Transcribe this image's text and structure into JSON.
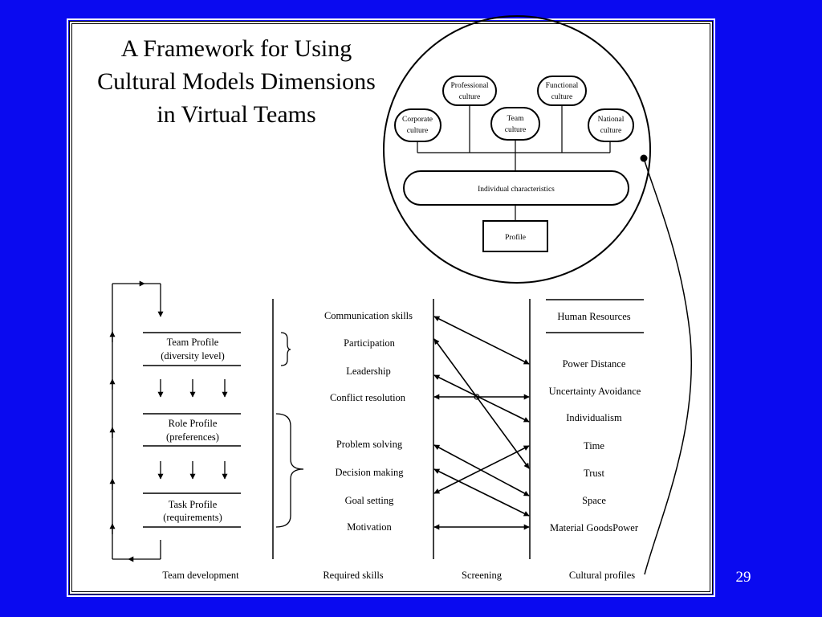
{
  "slide": {
    "title_lines": [
      "A Framework for Using",
      "Cultural Models Dimensions",
      "in Virtual Teams"
    ],
    "page_number": "29",
    "background_color": "#0a0af0"
  },
  "inset": {
    "nodes": {
      "professional": [
        "Professional",
        "culture"
      ],
      "functional": [
        "Functional",
        "culture"
      ],
      "corporate": [
        "Corporate",
        "culture"
      ],
      "team": [
        "Team",
        "culture"
      ],
      "national": [
        "National",
        "culture"
      ],
      "individual": "Individual characteristics",
      "profile": "Profile"
    }
  },
  "team_development": {
    "label": "Team development",
    "profiles": [
      [
        "Team Profile",
        "(diversity level)"
      ],
      [
        "Role Profile",
        "(preferences)"
      ],
      [
        "Task Profile",
        "(requirements)"
      ]
    ]
  },
  "required_skills": {
    "label": "Required skills",
    "items": [
      "Communication skills",
      "Participation",
      "Leadership",
      "Conflict resolution",
      "Problem solving",
      "Decision making",
      "Goal setting",
      "Motivation"
    ]
  },
  "screening": {
    "label": "Screening"
  },
  "cultural_profiles": {
    "label": "Cultural profiles",
    "header": "Human Resources",
    "items": [
      "Power Distance",
      "Uncertainty Avoidance",
      "Individualism",
      "Time",
      "Trust",
      "Space",
      "Material GoodsPower"
    ]
  }
}
